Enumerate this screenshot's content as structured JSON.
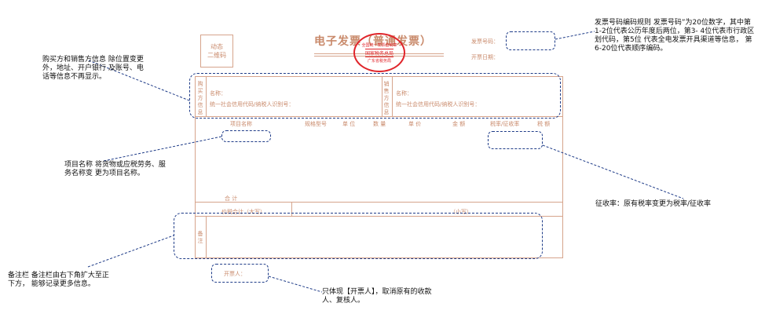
{
  "invoice": {
    "qr_box": [
      "动态",
      "二维码"
    ],
    "title": "电子发票（普通发票）",
    "invoice_no_label": "发票号码：",
    "invoice_date_label": "开票日期：",
    "stamp": {
      "text_top": "全国统一发票监制章",
      "text_middle": "国家税务总局",
      "text_bottom": "广东省税务局"
    },
    "buyer_vertical": "购买方信息",
    "seller_vertical": "销售方信息",
    "name_label": "名称：",
    "taxid_label": "统一社会信用代码/纳税人识别号：",
    "table_headers": [
      "项目名称",
      "规格型号",
      "单  位",
      "数  量",
      "单  价",
      "金  额",
      "税率/征收率",
      "税  额"
    ],
    "total_label": "合        计",
    "total_in_words_label": "价税合计（大写）",
    "total_small_label": "（小写）",
    "remarks_vertical": "备注",
    "issuer_label": "开票人："
  },
  "annotations": {
    "invoice_number_rule": "发票号码编码规则 发票号码”为20位数字，其中第 1-2位代表公历年度后两位，第3- 4位代表市行政区划代码，第5位 代表全电发票开具渠道等信息， 第6-20位代表顺序编码。",
    "buyer_seller_info": "购买方和销售方信息 除位置变更外，地址、开户银行 及账号、电话等信息不再显示。",
    "item_name": "项目名称 将货物或应税劳务、服务名称变 更为项目名称。",
    "tax_rate": "征收率：原有税率变更为税率/征收率",
    "remarks": "备注栏 备注栏由右下角扩大至正下方， 能够记录更多信息。",
    "issuer": "只体现【开票人】，取消原有的收款人、复核人。"
  },
  "colors": {
    "invoice_line": "#d6a48c",
    "invoice_text": "#c98a6b",
    "stamp_red": "#e0252b",
    "annotation_dash": "#1f3c88"
  }
}
